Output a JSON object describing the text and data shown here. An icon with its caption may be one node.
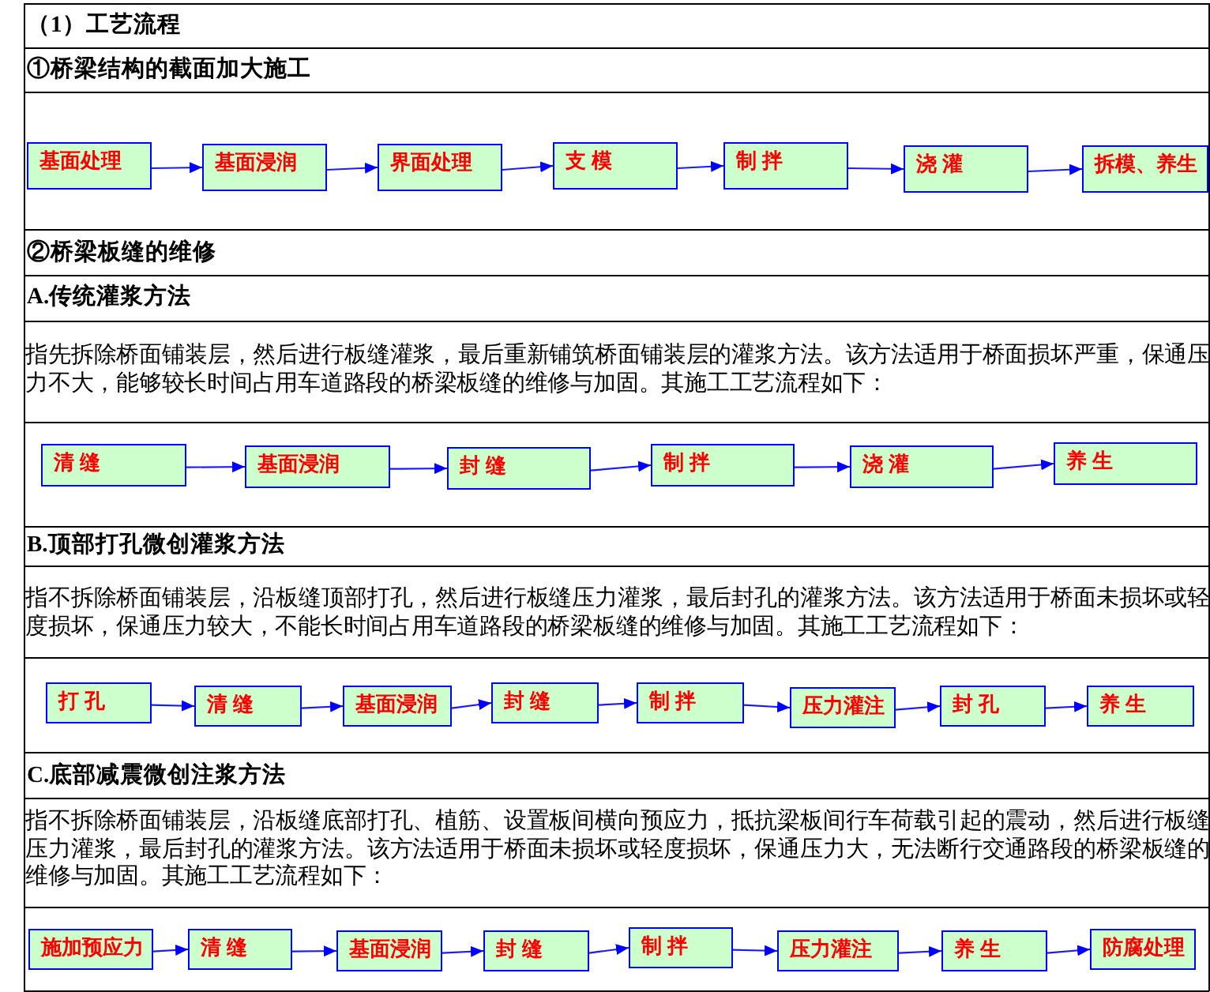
{
  "diagram": {
    "title": "（1）工艺流程",
    "nodes": [
      {
        "text": [
          "基面处理"
        ]
      },
      {
        "text": [
          "基面浸润"
        ]
      },
      {
        "text": [
          "界面处理"
        ]
      },
      {
        "text": [
          "支 模"
        ]
      },
      {
        "text": [
          "制 拌"
        ]
      },
      {
        "text": [
          "浇 灌"
        ]
      },
      {
        "text": [
          "拆模、养生"
        ]
      },
      {
        "text": [
          "清 缝"
        ]
      },
      {
        "text": [
          "基面浸润"
        ]
      },
      {
        "text": [
          "封 缝"
        ]
      },
      {
        "text": [
          "制 拌"
        ]
      },
      {
        "text": [
          "浇 灌"
        ]
      },
      {
        "text": [
          "养 生"
        ]
      },
      {
        "text": [
          "打 孔"
        ]
      },
      {
        "text": [
          "清 缝"
        ]
      },
      {
        "text": [
          "基面浸润"
        ]
      },
      {
        "text": [
          "封 缝"
        ]
      },
      {
        "text": [
          "制 拌"
        ]
      },
      {
        "text": [
          "压力灌注"
        ]
      },
      {
        "text": [
          "封 孔"
        ]
      },
      {
        "text": [
          "养 生"
        ]
      },
      {
        "text": [
          "施加预应力"
        ]
      },
      {
        "text": [
          "清 缝"
        ]
      },
      {
        "text": [
          "基面浸润"
        ]
      },
      {
        "text": [
          "封 缝"
        ]
      },
      {
        "text": [
          "制 拌"
        ]
      },
      {
        "text": [
          "压力灌注"
        ]
      },
      {
        "text": [
          "养 生"
        ]
      },
      {
        "text": [
          "防腐处理"
        ]
      }
    ],
    "edges": [
      {
        "from": 0,
        "to": 1,
        "arrow": "to"
      },
      {
        "from": 1,
        "to": 2,
        "arrow": "to"
      },
      {
        "from": 2,
        "to": 3,
        "arrow": "to"
      },
      {
        "from": 3,
        "to": 4,
        "arrow": "to"
      },
      {
        "from": 4,
        "to": 5,
        "arrow": "to"
      },
      {
        "from": 5,
        "to": 6,
        "arrow": "to"
      },
      {
        "from": 7,
        "to": 8,
        "arrow": "to"
      },
      {
        "from": 8,
        "to": 9,
        "arrow": "to"
      },
      {
        "from": 9,
        "to": 10,
        "arrow": "to"
      },
      {
        "from": 10,
        "to": 11,
        "arrow": "to"
      },
      {
        "from": 11,
        "to": 12,
        "arrow": "to"
      },
      {
        "from": 13,
        "to": 14,
        "arrow": "to"
      },
      {
        "from": 14,
        "to": 15,
        "arrow": "to"
      },
      {
        "from": 15,
        "to": 16,
        "arrow": "to"
      },
      {
        "from": 16,
        "to": 17,
        "arrow": "to"
      },
      {
        "from": 17,
        "to": 18,
        "arrow": "to"
      },
      {
        "from": 18,
        "to": 19,
        "arrow": "to"
      },
      {
        "from": 19,
        "to": 20,
        "arrow": "to"
      },
      {
        "from": 21,
        "to": 22,
        "arrow": "to"
      },
      {
        "from": 22,
        "to": 23,
        "arrow": "to"
      },
      {
        "from": 23,
        "to": 24,
        "arrow": "to"
      },
      {
        "from": 24,
        "to": 25,
        "arrow": "to"
      },
      {
        "from": 25,
        "to": 26,
        "arrow": "to"
      },
      {
        "from": 26,
        "to": 27,
        "arrow": "to"
      },
      {
        "from": 27,
        "to": 28,
        "arrow": "to"
      }
    ],
    "labels": [
      "①桥梁结构的截面加大施工",
      "②桥梁板缝的维修",
      "A.传统灌浆方法",
      "指先拆除桥面铺装层，然后进行板缝灌浆，最后重新铺筑桥面铺装层的灌浆方法。该方法适用于桥面损坏严重，保通压力不大，能够较长时间占用车道路段的桥梁板缝的维修与加固。其施工工艺流程如下：",
      "B.顶部打孔微创灌浆方法",
      "指不拆除桥面铺装层，沿板缝顶部打孔，然后进行板缝压力灌浆，最后封孔的灌浆方法。该方法适用于桥面未损坏或轻度损坏，保通压力较大，不能长时间占用车道路段的桥梁板缝的维修与加固。其施工工艺流程如下：",
      "C.底部减震微创注浆方法",
      "指不拆除桥面铺装层，沿板缝底部打孔、植筋、设置板间横向预应力，抵抗梁板间行车荷载引起的震动，然后进行板缝压力灌浆，最后封孔的灌浆方法。该方法适用于桥面未损坏或轻度损坏，保通压力大，无法断行交通路段的桥梁板缝的维修与加固。其施工工艺流程如下："
    ]
  }
}
